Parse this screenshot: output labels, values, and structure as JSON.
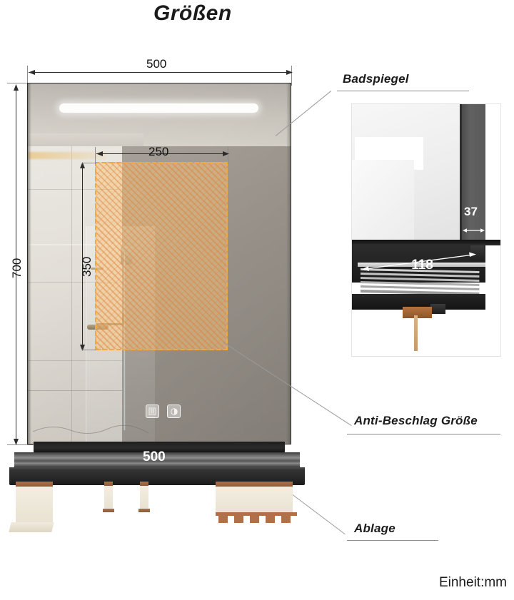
{
  "page": {
    "title": "Größen",
    "unit_note": "Einheit:mm"
  },
  "callouts": {
    "mirror": "Badspiegel",
    "antifog": "Anti-Beschlag Größe",
    "shelf": "Ablage"
  },
  "dimensions": {
    "mirror_width_top": "500",
    "mirror_height_left": "700",
    "antifog_width": "250",
    "antifog_height": "350",
    "shelf_width_bottom": "500",
    "frame_depth": "37",
    "shelf_depth": "118"
  },
  "mirror_controls": [
    {
      "name": "anti-fog-touch-button",
      "glyph": "▤"
    },
    {
      "name": "brightness-touch-button",
      "glyph": "◑"
    }
  ],
  "colors": {
    "antifog_fill": "#f7c478",
    "antifog_border": "#f0a93c",
    "frame_dark": "#2a2a2a",
    "dimension_line": "#8d8d8d",
    "text": "#1b1b1b"
  }
}
